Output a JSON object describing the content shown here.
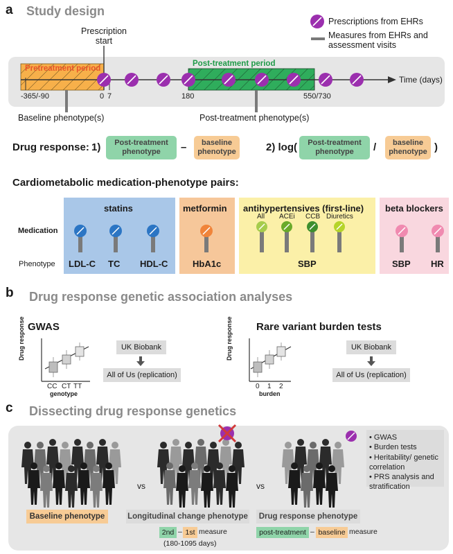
{
  "panel_a": {
    "letter": "a",
    "title": "Study design",
    "legend": {
      "prescriptions": "Prescriptions from EHRs",
      "measures": "Measures from EHRs and assessment visits"
    },
    "prescription_start": "Prescription start",
    "pretreatment_label": "Pretreatment period",
    "posttreatment_label": "Post-treatment period",
    "time_label": "Time (days)",
    "ticks": [
      "-365/-90",
      "0",
      "7",
      "180",
      "550/730"
    ],
    "baseline_phenotype": "Baseline phenotype(s)",
    "post_phenotype": "Post-treatment phenotype(s)",
    "drug_response": "Drug response:",
    "formula1_num": "1)",
    "formula1_a": "Post-treatment phenotype",
    "formula1_op": "–",
    "formula1_b": "baseline phenotype",
    "formula2_num": "2) log(",
    "formula2_a": "Post-treatment phenotype",
    "formula2_op": "/",
    "formula2_b": "baseline phenotype",
    "formula2_close": ")",
    "pairs_title": "Cardiometabolic medication-phenotype pairs:",
    "row_medication": "Medication",
    "row_phenotype": "Phenotype",
    "groups": {
      "statins": {
        "title": "statins",
        "phenotypes": [
          "LDL-C",
          "TC",
          "HDL-C"
        ]
      },
      "metformin": {
        "title": "metformin",
        "phenotypes": [
          "HbA1c"
        ]
      },
      "antihypertensives": {
        "title": "antihypertensives (first-line)",
        "subs": [
          "All",
          "ACEi",
          "CCB",
          "Diuretics"
        ],
        "phenotype": "SBP"
      },
      "beta_blockers": {
        "title": "beta blockers",
        "phenotypes": [
          "SBP",
          "HR"
        ]
      }
    },
    "colors": {
      "pill_purple": "#9b2fae",
      "statins_bg": "#a9c7e8",
      "metformin_bg": "#f6c79a",
      "antihyp_bg": "#fbf0a8",
      "beta_bg": "#f9d7df",
      "pre_orange": "#f7b04a",
      "post_green": "#2fad5c"
    }
  },
  "panel_b": {
    "letter": "b",
    "title": "Drug response genetic association analyses",
    "gwas": "GWAS",
    "rare": "Rare variant burden tests",
    "ylabel": "Drug response",
    "gwas_xlabel": "genotype",
    "gwas_ticks": [
      "CC",
      "CT",
      "TT"
    ],
    "burden_xlabel": "burden",
    "burden_ticks": [
      "0",
      "1",
      "2"
    ],
    "ukb": "UK Biobank",
    "aou": "All of Us (replication)"
  },
  "panel_c": {
    "letter": "c",
    "title": "Dissecting drug response genetics",
    "vs": "vs",
    "baseline": "Baseline phenotype",
    "longitudinal": "Longitudinal change phenotype",
    "drug_response": "Drug response phenotype",
    "long_2nd": "2nd",
    "long_dash": "–",
    "long_1st": "1st",
    "long_measure": "measure",
    "long_days": "(180-1095 days)",
    "dr_post": "post-treatment",
    "dr_dash": "–",
    "dr_base": "baseline",
    "dr_measure": "measure",
    "analyses": [
      "GWAS",
      "Burden tests",
      "Heritability/ genetic correlation",
      "PRS analysis and stratification"
    ]
  }
}
